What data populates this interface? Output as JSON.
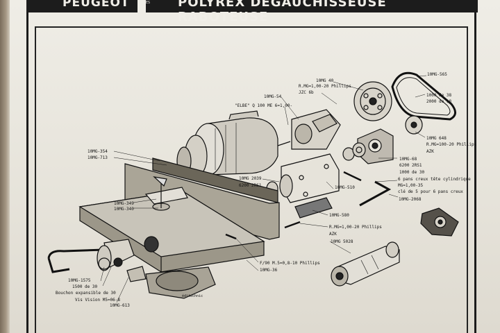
{
  "header": {
    "brand": "PEUGEOT",
    "brand_sub": "FRERES",
    "title": "POLYREX DEGAUCHISSEUSE RABOTEUSE"
  },
  "labels": {
    "mg565": "10MG-565",
    "mg40": "10MG 40",
    "rmg_phillips_top": "R.MG=1,00-20 Phillips",
    "jzc6b": "JZC 6b",
    "mg54": "10MG-54",
    "elbe": "\"ELBE\" Q 100 ME 6=1,00-",
    "d1000_38": "1000 de 38",
    "d2000_18": "2000 de 18",
    "mg648": "10MG 648",
    "rmg100_phillips": "R.MG=100-20 Phillips",
    "azk_top": "AZK",
    "mg354": "10MG-354",
    "mg713": "10MG-713",
    "mg2039": "10MG 2039",
    "b6200_2rs1_left": "6200 2RS1",
    "mg510": "10MG-510",
    "mg68": "10MG-68",
    "b6200_2rs1_right": "6200 2RS1",
    "d1000_30": "1000 de 30",
    "vis6_pans": "6 pans creux tête cylindrique",
    "mg100_35": "MG=1,00-35",
    "cle5": "clé de 5 pour 6 pans creux",
    "mg2068": "10MG-2068",
    "mg349": "10MG-349",
    "mg340": "10MG-340",
    "mg580": "10MG-580",
    "rmg_phillips_mid": "R.MG=1,00-20 Phillips",
    "azk_mid": "AZK",
    "mg5028": "10MG 5028",
    "f90": "F/90 M.5=0,8-10 Phillips",
    "mg36": "10MG-36",
    "mg1575": "10MG-1575",
    "d1500_30": "1500 de 30",
    "bouchon": "Bouchon expansible de 30",
    "vis_vision": "Vis Vision M5=06-8",
    "mg613": "10MG-613",
    "editechnic": "éditechnic"
  }
}
